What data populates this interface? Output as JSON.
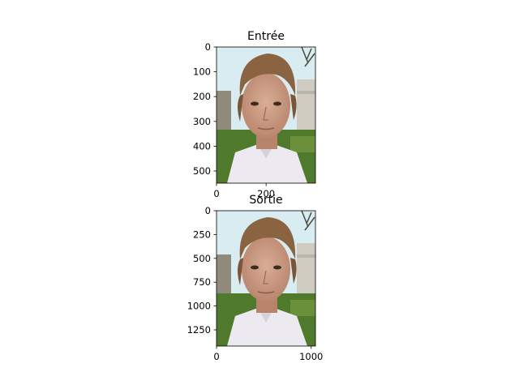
{
  "chart_data": [
    {
      "type": "image",
      "title": "Entrée",
      "xlabel": "",
      "ylabel": "",
      "xlim": [
        0,
        399
      ],
      "ylim": [
        549,
        0
      ],
      "xticks": [
        0,
        200
      ],
      "xtick_labels": [
        "0",
        "200"
      ],
      "yticks": [
        0,
        100,
        200,
        300,
        400,
        500
      ],
      "ytick_labels": [
        "0",
        "100",
        "200",
        "300",
        "400",
        "500"
      ],
      "grid": false,
      "image_description": "portrait photo of a young man with brown hair in front of a building and greenery"
    },
    {
      "type": "image",
      "title": "Sortie",
      "xlabel": "",
      "ylabel": "",
      "xlim": [
        0,
        1045
      ],
      "ylim": [
        1420,
        0
      ],
      "xticks": [
        0,
        1000
      ],
      "xtick_labels": [
        "0",
        "1000"
      ],
      "yticks": [
        0,
        250,
        500,
        750,
        1000,
        1250
      ],
      "ytick_labels": [
        "0",
        "250",
        "500",
        "750",
        "1000",
        "1250"
      ],
      "grid": false,
      "image_description": "upscaled portrait photo of a young man with brown hair in front of a building and greenery"
    }
  ],
  "colors": {
    "sky": "#d9ecf2",
    "building": "#cfcbc0",
    "grass": "#4f7a2c",
    "skin": "#c99a83",
    "hair": "#8a6440",
    "shirt": "#eceaf0"
  }
}
